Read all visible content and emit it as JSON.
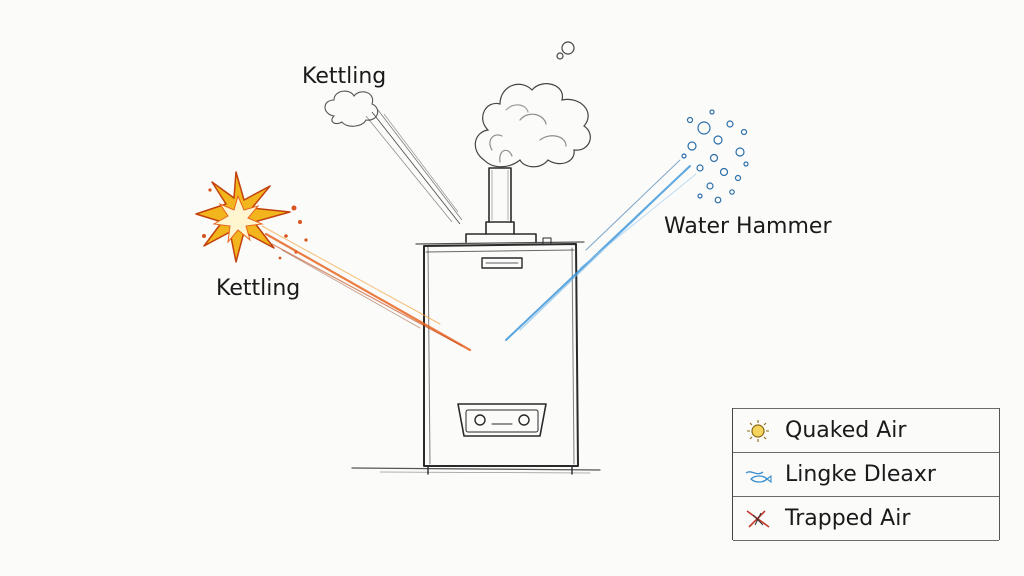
{
  "labels": {
    "kettling_top": "Kettling",
    "kettling_left": "Kettling",
    "water_hammer": "Water Hammer"
  },
  "legend": {
    "items": [
      {
        "label": "Quaked Air",
        "icon": "sun-icon",
        "color": "#d4a21a"
      },
      {
        "label": "Lingke Dleaxr",
        "icon": "wave-fish-icon",
        "color": "#3a8fd0"
      },
      {
        "label": "Trapped Air",
        "icon": "crossed-spark-icon",
        "color": "#c0392b"
      }
    ]
  },
  "colors": {
    "spark_orange": "#e8641e",
    "spark_yellow": "#f2b51d",
    "water_blue": "#3b94d8",
    "pencil": "#2a2a2a"
  }
}
